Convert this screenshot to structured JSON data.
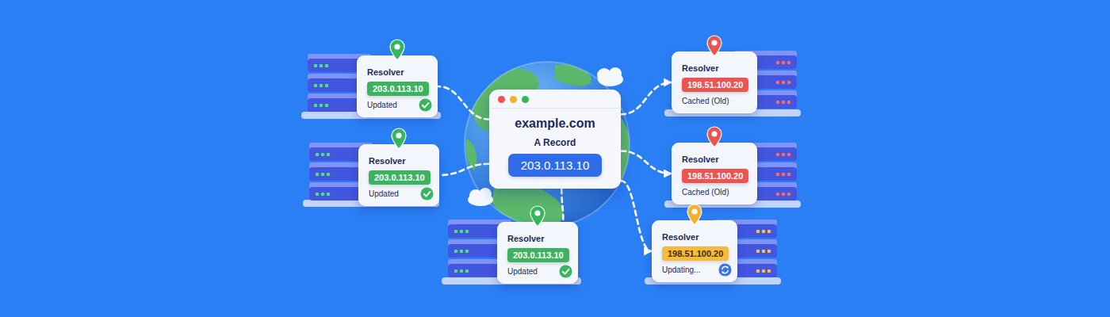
{
  "diagram": {
    "nodes": [
      {
        "text": [
          "Resolver",
          "Updated"
        ]
      },
      {
        "text": [
          "203.0.113.10"
        ],
        "in": 0
      },
      {
        "text": [
          "Resolver",
          "Cached (Old)"
        ]
      },
      {
        "text": [
          "198.51.100.20"
        ],
        "in": 2
      },
      {
        "text": [
          "example.com",
          "A Record"
        ]
      },
      {
        "text": [
          "203.0.113.10"
        ],
        "in": 4
      },
      {
        "text": [
          "Resolver",
          "Updated"
        ]
      },
      {
        "text": [
          "203.0.113.10"
        ],
        "in": 6
      },
      {
        "text": [
          "Resolver",
          "Cached (Old)"
        ]
      },
      {
        "text": [
          "198.51.100.20"
        ],
        "in": 8
      },
      {
        "text": [
          "Resolver",
          "Updated"
        ]
      },
      {
        "text": [
          "203.0.113.10"
        ],
        "in": 10
      },
      {
        "text": [
          "Resolver",
          "Updating..."
        ]
      },
      {
        "text": [
          "198.51.100.20"
        ],
        "in": 12
      }
    ],
    "edges": [
      {
        "from": 4,
        "to": 0,
        "arrow": "none"
      },
      {
        "from": 4,
        "to": 6,
        "arrow": "none"
      },
      {
        "from": 4,
        "to": 10,
        "arrow": "none"
      },
      {
        "from": 4,
        "to": 2,
        "arrow": "to"
      },
      {
        "from": 4,
        "to": 8,
        "arrow": "to"
      },
      {
        "from": 4,
        "to": 12,
        "arrow": "to"
      }
    ]
  }
}
